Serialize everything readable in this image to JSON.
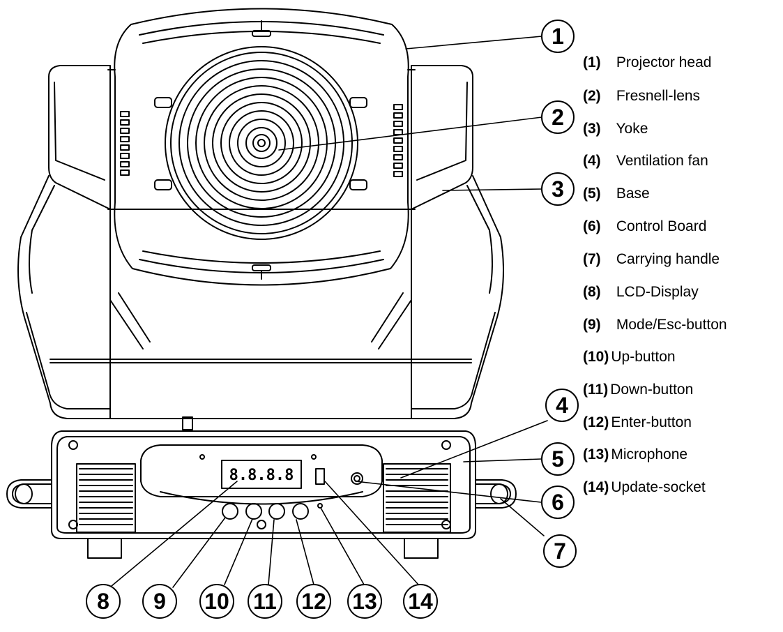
{
  "callouts": [
    "1",
    "2",
    "3",
    "4",
    "5",
    "6",
    "7",
    "8",
    "9",
    "10",
    "11",
    "12",
    "13",
    "14"
  ],
  "display_readout": "8.8.8.8",
  "legend": [
    {
      "num": "(1)",
      "label": "Projector head"
    },
    {
      "num": "(2)",
      "label": "Fresnell-lens"
    },
    {
      "num": "(3)",
      "label": "Yoke"
    },
    {
      "num": "(4)",
      "label": "Ventilation fan"
    },
    {
      "num": "(5)",
      "label": "Base"
    },
    {
      "num": "(6)",
      "label": "Control Board"
    },
    {
      "num": "(7)",
      "label": "Carrying handle"
    },
    {
      "num": "(8)",
      "label": "LCD-Display"
    },
    {
      "num": "(9)",
      "label": "Mode/Esc-button"
    },
    {
      "num": "(10)",
      "label": "Up-button"
    },
    {
      "num": "(11)",
      "label": "Down-button"
    },
    {
      "num": "(12)",
      "label": "Enter-button"
    },
    {
      "num": "(13)",
      "label": "Microphone"
    },
    {
      "num": "(14)",
      "label": "Update-socket"
    }
  ]
}
